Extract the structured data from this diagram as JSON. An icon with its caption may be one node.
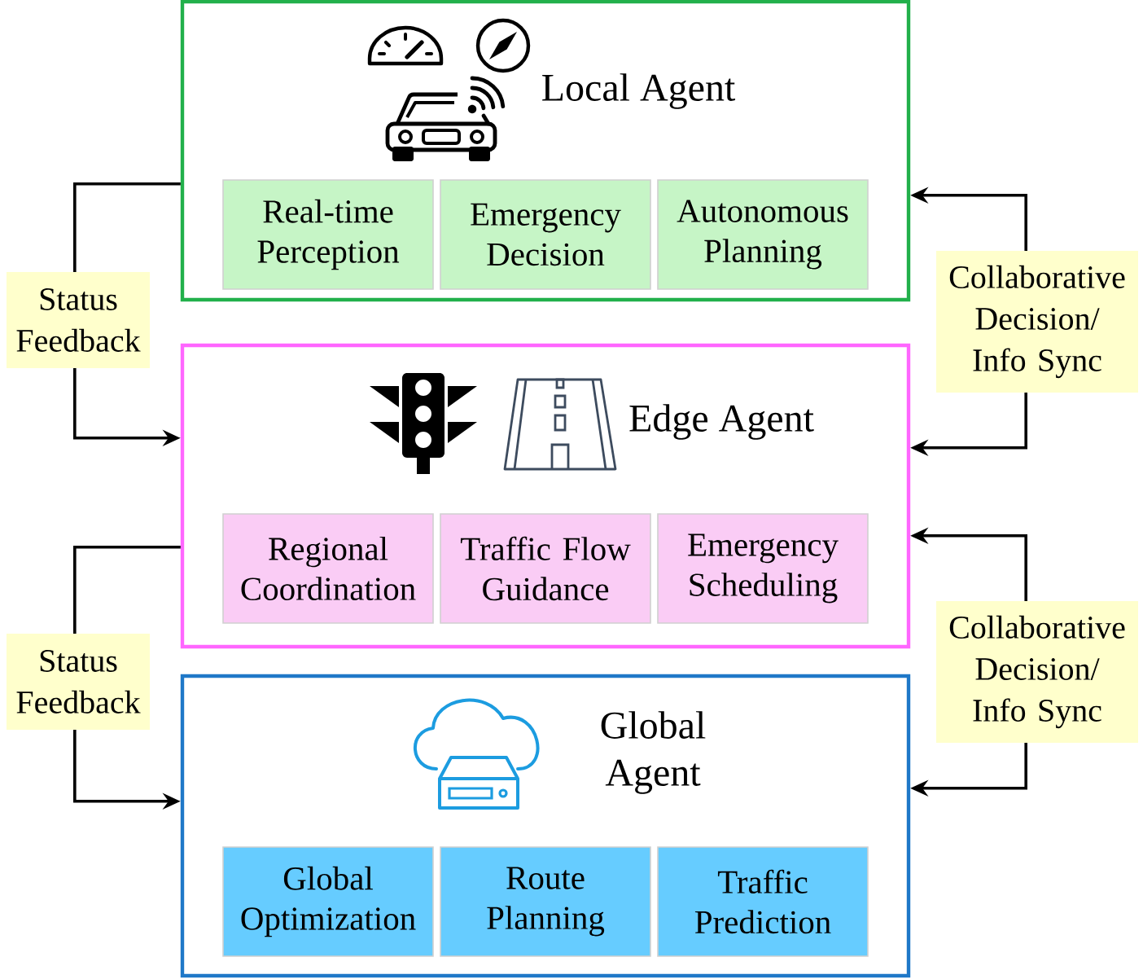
{
  "diagram": {
    "nodes": [
      {
        "text": [
          "Local Agent"
        ]
      },
      {
        "text": [
          "Real-time Perception"
        ],
        "in": 0
      },
      {
        "text": [
          "Emergency Decision"
        ],
        "in": 0
      },
      {
        "text": [
          "Autonomous Planning"
        ],
        "in": 0
      },
      {
        "text": [
          "Edge Agent"
        ]
      },
      {
        "text": [
          "Regional Coordination"
        ],
        "in": 4
      },
      {
        "text": [
          "Traffic Flow Guidance"
        ],
        "in": 4
      },
      {
        "text": [
          "Emergency Scheduling"
        ],
        "in": 4
      },
      {
        "text": [
          "Global Agent"
        ]
      },
      {
        "text": [
          "Global Optimization"
        ],
        "in": 8
      },
      {
        "text": [
          "Route Planning"
        ],
        "in": 8
      },
      {
        "text": [
          "Traffic Prediction"
        ],
        "in": 8
      }
    ],
    "edges": [
      {
        "from": 0,
        "to": 4,
        "arrow": "to",
        "label": "Status Feedback"
      },
      {
        "from": 0,
        "to": 4,
        "arrow": "both",
        "label": "Collaborative Decision/ Info Sync"
      },
      {
        "from": 4,
        "to": 8,
        "arrow": "to",
        "label": "Status Feedback"
      },
      {
        "from": 4,
        "to": 8,
        "arrow": "both",
        "label": "Collaborative Decision/ Info Sync"
      }
    ]
  }
}
